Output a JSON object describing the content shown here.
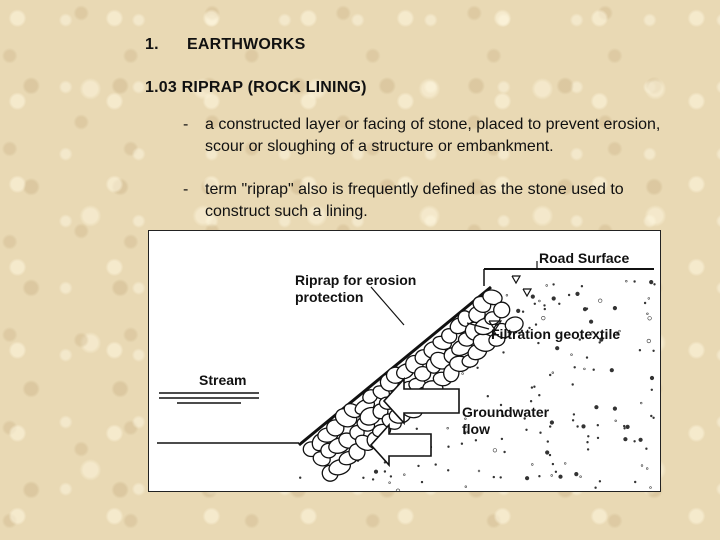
{
  "section": {
    "number": "1.",
    "title": "EARTHWORKS"
  },
  "subsection": {
    "title": "1.03 RIPRAP (ROCK LINING)"
  },
  "bullets": [
    {
      "dash": "-",
      "text": "a constructed layer or facing of stone, placed to prevent erosion, scour or sloughing of a structure or embankment."
    },
    {
      "dash": "-",
      "text": "term \"riprap\" also is frequently defined as the stone used to construct such a lining."
    }
  ],
  "figure": {
    "labels": {
      "road_surface": "Road Surface",
      "riprap_line1": "Riprap for erosion",
      "riprap_line2": "protection",
      "filtration": "Filtration geotextile",
      "stream": "Stream",
      "groundwater_line1": "Groundwater",
      "groundwater_line2": "flow"
    }
  }
}
